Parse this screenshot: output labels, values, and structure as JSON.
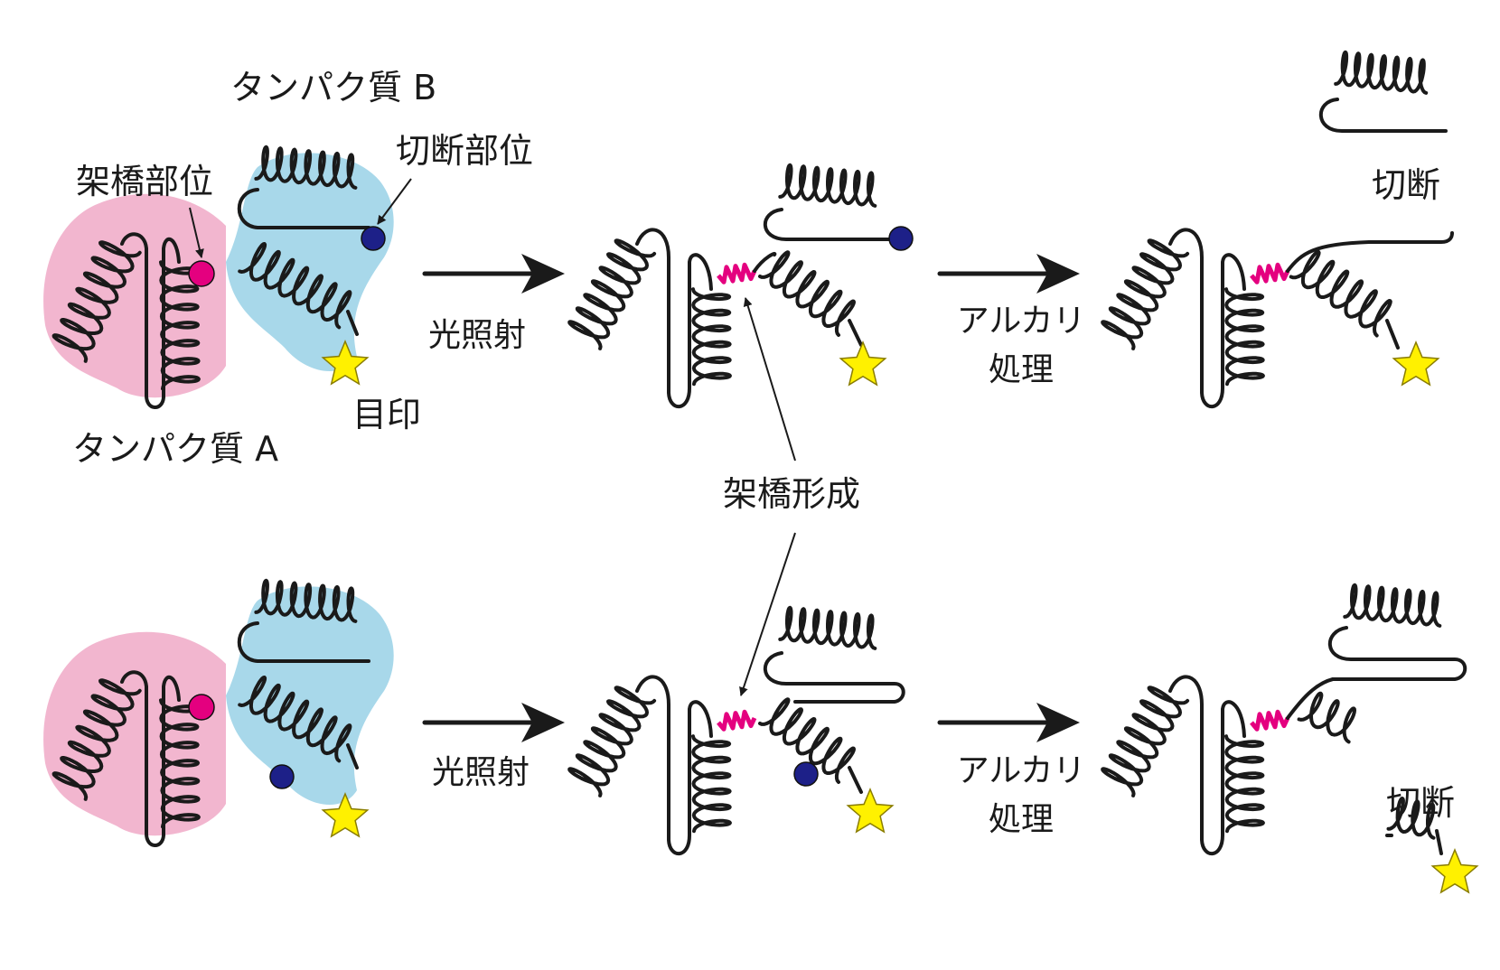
{
  "labels": {
    "protein_b": "タンパク質 B",
    "protein_a": "タンパク質 A",
    "crosslink_site": "架橋部位",
    "cleavage_site": "切断部位",
    "marker": "目印",
    "crosslink_formation": "架橋形成",
    "light_irradiation_top": "光照射",
    "light_irradiation_bottom": "光照射",
    "alkali_top_line1": "アルカリ",
    "alkali_top_line2": "処理",
    "alkali_bottom_line1": "アルカリ",
    "alkali_bottom_line2": "処理",
    "cleaved_top": "切断",
    "cleaved_bottom": "切断"
  },
  "colors": {
    "protein_a_region": "#f2b6cf",
    "protein_b_region": "#a8d8ea",
    "crosslink_site": "#e4007f",
    "crosslink_bond": "#e4007f",
    "cleavage_site": "#1d2088",
    "marker_star": "#fff100",
    "strand": "#1a1a1a"
  }
}
